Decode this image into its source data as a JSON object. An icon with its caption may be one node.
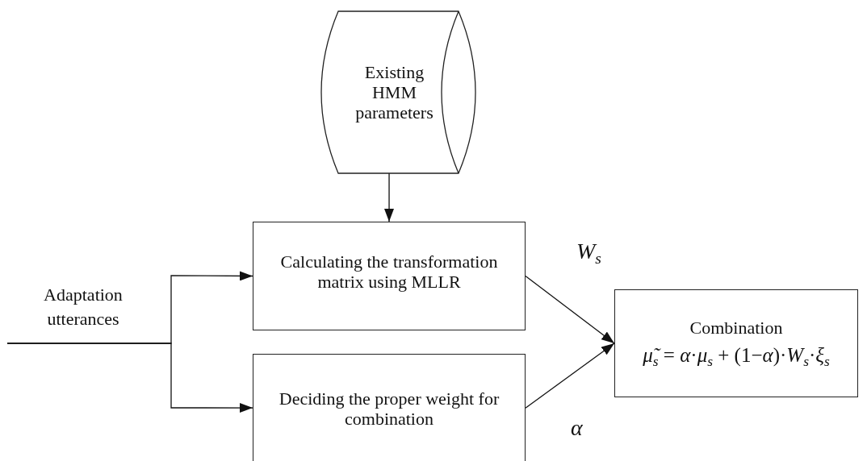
{
  "diagram": {
    "nodes": [
      {
        "text": [
          "Existing HMM parameters"
        ]
      },
      {
        "text": [
          "Calculating the transformation matrix using MLLR"
        ]
      },
      {
        "text": [
          "Deciding the proper weight for combination"
        ]
      },
      {
        "text": [
          "Combination",
          "*μ̃*$_{s}$ = *α*·*μ*$_{s}$ + (1−*α*)·*W*$_{s}$·*ξ*$_{s}$"
        ]
      }
    ],
    "edges": [
      {
        "from": 0,
        "to": 1,
        "arrow": "to"
      },
      {
        "from": null,
        "to": 1,
        "arrow": "to"
      },
      {
        "from": null,
        "to": 2,
        "arrow": "to"
      },
      {
        "from": 1,
        "to": 3,
        "arrow": "to",
        "label": "W$_{s}$"
      },
      {
        "from": 2,
        "to": 3,
        "arrow": "to",
        "label": "α"
      }
    ],
    "labels": [
      "Adaptation utterances"
    ]
  }
}
